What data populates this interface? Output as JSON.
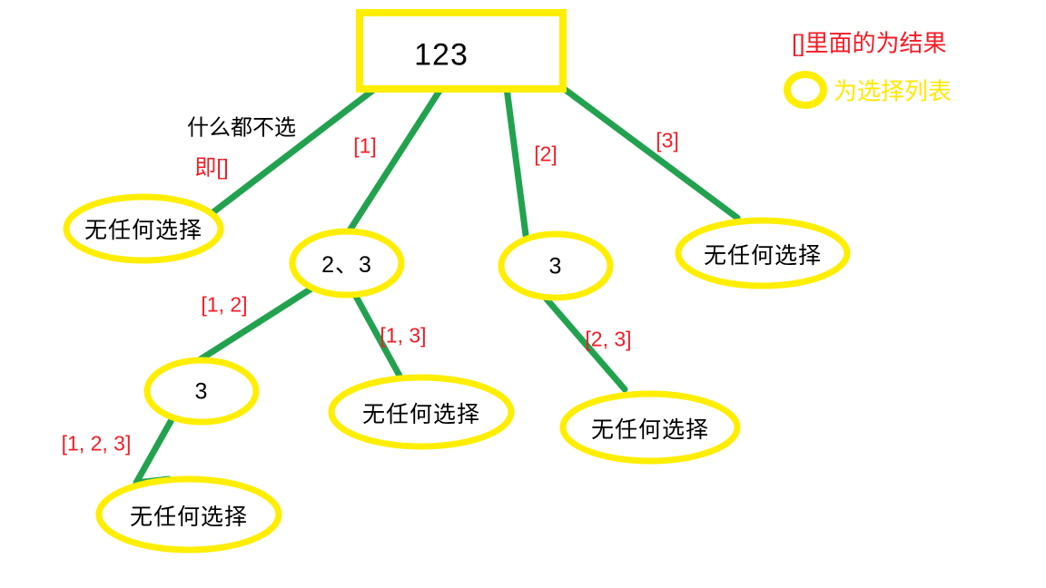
{
  "colors": {
    "node_stroke": "#ffee00",
    "edge_stroke": "#22a24f",
    "result_text": "#f41c25",
    "annotation_text": "#000000",
    "background": "#ffffff"
  },
  "legend": {
    "result_note": "[]里面的为结果",
    "list_note": "为选择列表",
    "circle_icon": "yellow-ellipse-icon"
  },
  "root": {
    "label": "123",
    "shape": "rectangle"
  },
  "annotations": [
    {
      "id": "nothing-chosen",
      "line1": "什么都不选",
      "line2": "即[]"
    }
  ],
  "nodes": [
    {
      "id": "n-empty-1",
      "label": "无任何选择",
      "shape": "ellipse"
    },
    {
      "id": "n-23",
      "label": "2、3",
      "shape": "ellipse"
    },
    {
      "id": "n-3-mid",
      "label": "3",
      "shape": "ellipse"
    },
    {
      "id": "n-empty-2",
      "label": "无任何选择",
      "shape": "ellipse"
    },
    {
      "id": "n-3-low",
      "label": "3",
      "shape": "ellipse"
    },
    {
      "id": "n-empty-3",
      "label": "无任何选择",
      "shape": "ellipse"
    },
    {
      "id": "n-empty-4",
      "label": "无任何选择",
      "shape": "ellipse"
    },
    {
      "id": "n-empty-5",
      "label": "无任何选择",
      "shape": "ellipse"
    }
  ],
  "edges": [
    {
      "from": "root",
      "to": "n-empty-1",
      "label": ""
    },
    {
      "from": "root",
      "to": "n-23",
      "label": "[1]"
    },
    {
      "from": "root",
      "to": "n-3-mid",
      "label": "[2]"
    },
    {
      "from": "root",
      "to": "n-empty-2",
      "label": "[3]"
    },
    {
      "from": "n-23",
      "to": "n-3-low",
      "label": "[1, 2]"
    },
    {
      "from": "n-23",
      "to": "n-empty-3",
      "label": "[1, 3]"
    },
    {
      "from": "n-3-mid",
      "to": "n-empty-4",
      "label": "[2, 3]"
    },
    {
      "from": "n-3-low",
      "to": "n-empty-5",
      "label": "[1, 2, 3]"
    }
  ],
  "edge_labels": {
    "e1": "[1]",
    "e2": "[2]",
    "e3": "[3]",
    "e12": "[1, 2]",
    "e13": "[1, 3]",
    "e23": "[2, 3]",
    "e123": "[1, 2, 3]"
  },
  "node_labels": {
    "root": "123",
    "empty1": "无任何选择",
    "n23": "2、3",
    "n3mid": "3",
    "empty2": "无任何选择",
    "n3low": "3",
    "empty3": "无任何选择",
    "empty4": "无任何选择",
    "empty5": "无任何选择"
  }
}
